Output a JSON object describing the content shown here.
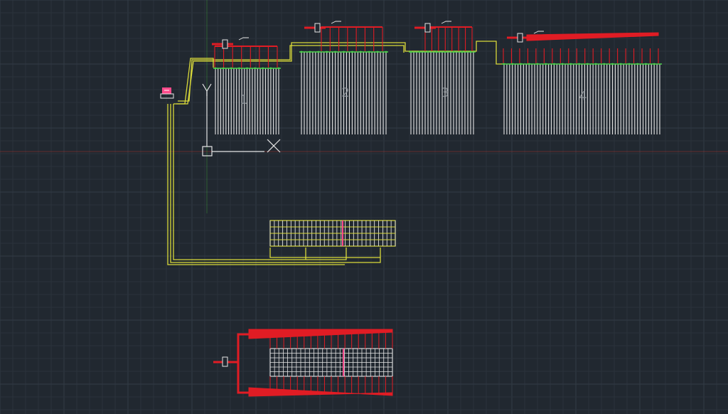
{
  "canvas": {
    "background": "#212830",
    "grid_minor_color": "#2a323b",
    "grid_major_color": "#333c46"
  },
  "colors": {
    "radiant_tube": "#e6e6e6",
    "supply_pipe": "#d9d93a",
    "heat_line": "#e01c24",
    "manifold_marker": "#4dd24d",
    "boiler": "#ff4b8b",
    "ucs_icon": "#e6e6e6",
    "axis_x": "#b3302b",
    "axis_y": "#3c9a3c"
  },
  "ucs": {
    "x_label": "X",
    "y_label": "Y"
  },
  "boiler": {
    "name": "boiler-unit",
    "icon": "boiler-icon"
  },
  "zones": [
    {
      "id": "zone-1",
      "label": "1",
      "tube_count": 25
    },
    {
      "id": "zone-2",
      "label": "2",
      "tube_count": 31
    },
    {
      "id": "zone-3",
      "label": "3",
      "tube_count": 23
    },
    {
      "id": "zone-4",
      "label": "4",
      "tube_count": 57
    }
  ],
  "lower_blocks": [
    {
      "id": "floor-grid-a",
      "marker_color": "#ff4b8b"
    },
    {
      "id": "floor-grid-b",
      "marker_color": "#ff4b8b"
    }
  ]
}
